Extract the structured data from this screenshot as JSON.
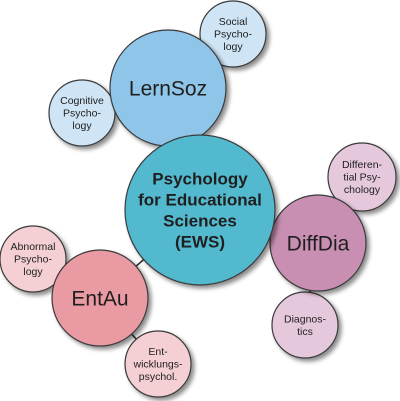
{
  "center": {
    "lines": [
      "Psychology",
      "for Educational",
      "Sciences",
      "(EWS)"
    ],
    "color": "#53b9cf"
  },
  "branches": [
    {
      "id": "lernsoz",
      "label": "LernSoz",
      "color": "#8ec5e8",
      "leaves": [
        {
          "id": "social",
          "lines": [
            "Social",
            "Psycho-",
            "logy"
          ],
          "color": "#cfe5f6"
        },
        {
          "id": "cognitive",
          "lines": [
            "Cognitive",
            "Psycho-",
            "logy"
          ],
          "color": "#cfe5f6"
        }
      ]
    },
    {
      "id": "diffdia",
      "label": "DiffDia",
      "color": "#c98fb3",
      "leaves": [
        {
          "id": "differential",
          "lines": [
            "Differen-",
            "tial Psy-",
            "chology"
          ],
          "color": "#e6c8dc"
        },
        {
          "id": "diagnostics",
          "lines": [
            "Diagnos-",
            "tics"
          ],
          "color": "#e6c8dc"
        }
      ]
    },
    {
      "id": "entau",
      "label": "EntAu",
      "color": "#e99aa2",
      "leaves": [
        {
          "id": "abnormal",
          "lines": [
            "Abnormal",
            "Psycho-",
            "logy"
          ],
          "color": "#f4cfd3"
        },
        {
          "id": "entwicklung",
          "lines": [
            "Ent-",
            "wicklungs-",
            "psychol."
          ],
          "color": "#f4cfd3"
        }
      ]
    }
  ]
}
